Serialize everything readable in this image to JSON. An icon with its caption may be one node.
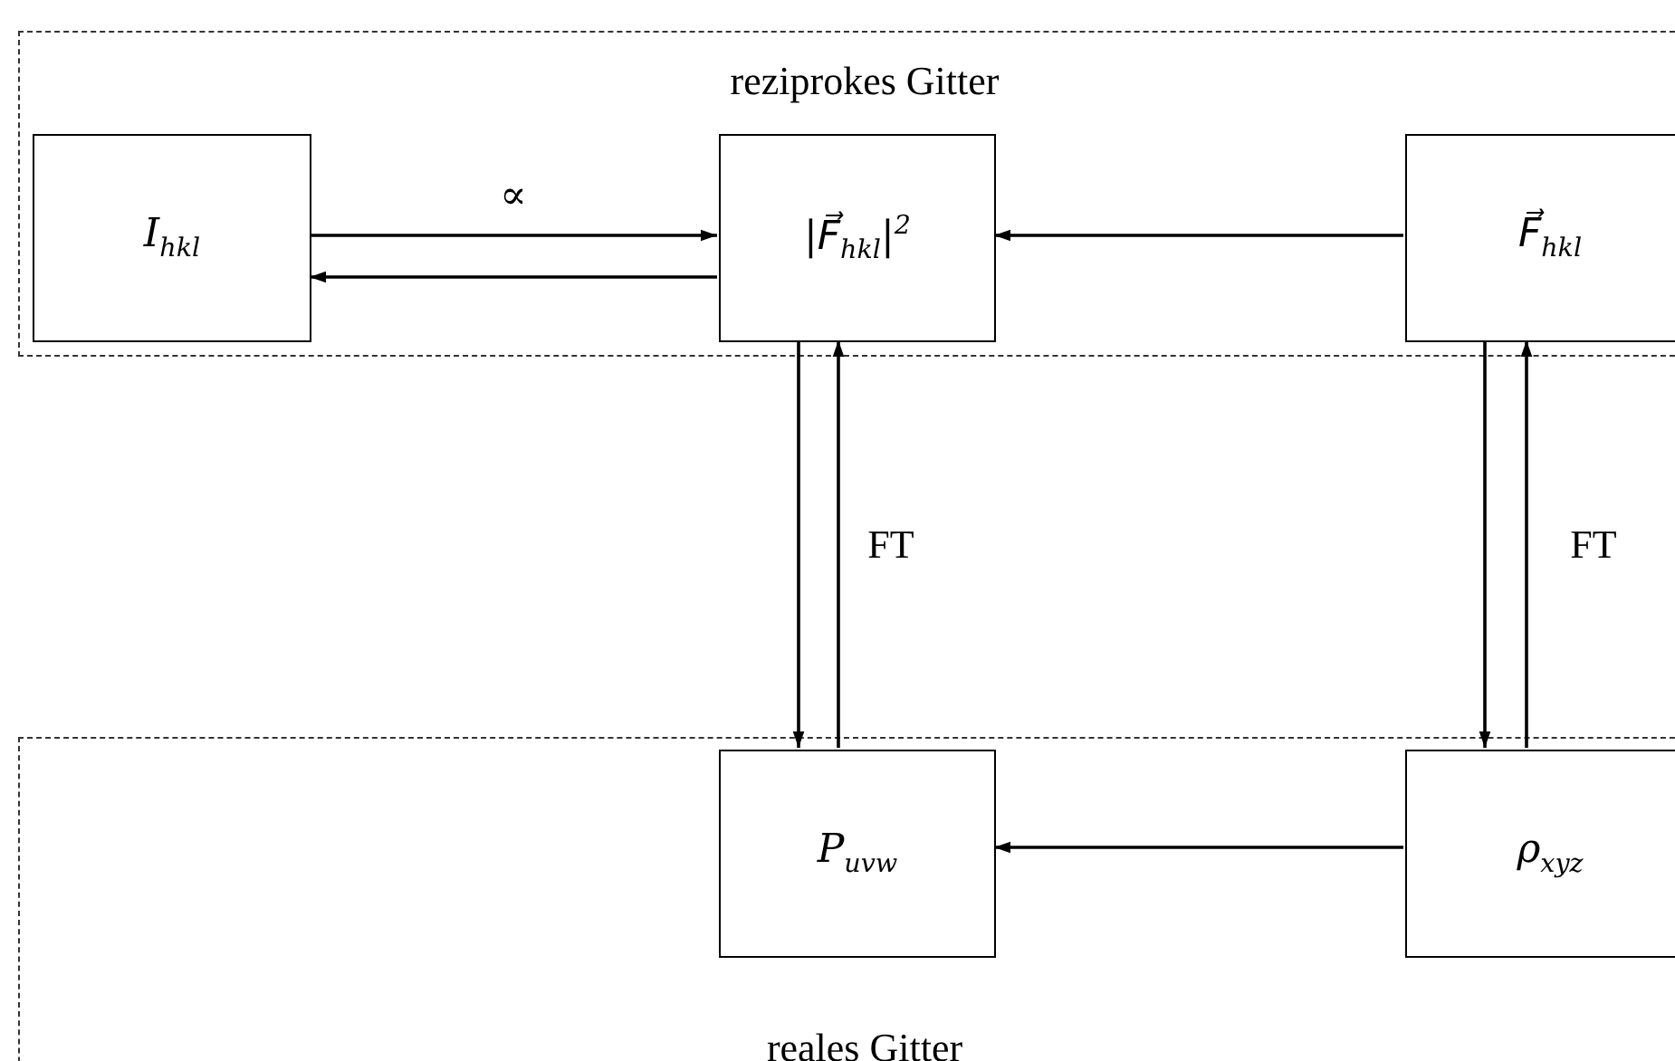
{
  "diagram": {
    "nodes": [
      {
        "text": [
          "reziprokes Gitter"
        ]
      },
      {
        "text": [
          "I$_{hkl}$"
        ],
        "in": 0
      },
      {
        "text": [
          "|F⃗$_{hkl}$|$^{2}$"
        ],
        "in": 0
      },
      {
        "text": [
          "F⃗$_{hkl}$"
        ],
        "in": 0
      },
      {
        "text": [
          "reales Gitter"
        ]
      },
      {
        "text": [
          "P$_{uvw}$"
        ],
        "in": 4
      },
      {
        "text": [
          "ρ$_{xyz}$"
        ],
        "in": 4
      }
    ],
    "edges": [
      {
        "from": 1,
        "to": 2,
        "arrow": "to",
        "label": "∝"
      },
      {
        "from": 2,
        "to": 1,
        "arrow": "to"
      },
      {
        "from": 3,
        "to": 2,
        "arrow": "to"
      },
      {
        "from": 2,
        "to": 5,
        "arrow": "to"
      },
      {
        "from": 5,
        "to": 2,
        "arrow": "to",
        "label": "FT"
      },
      {
        "from": 3,
        "to": 6,
        "arrow": "to"
      },
      {
        "from": 6,
        "to": 3,
        "arrow": "to",
        "label": "FT"
      },
      {
        "from": 6,
        "to": 5,
        "arrow": "to"
      }
    ]
  }
}
